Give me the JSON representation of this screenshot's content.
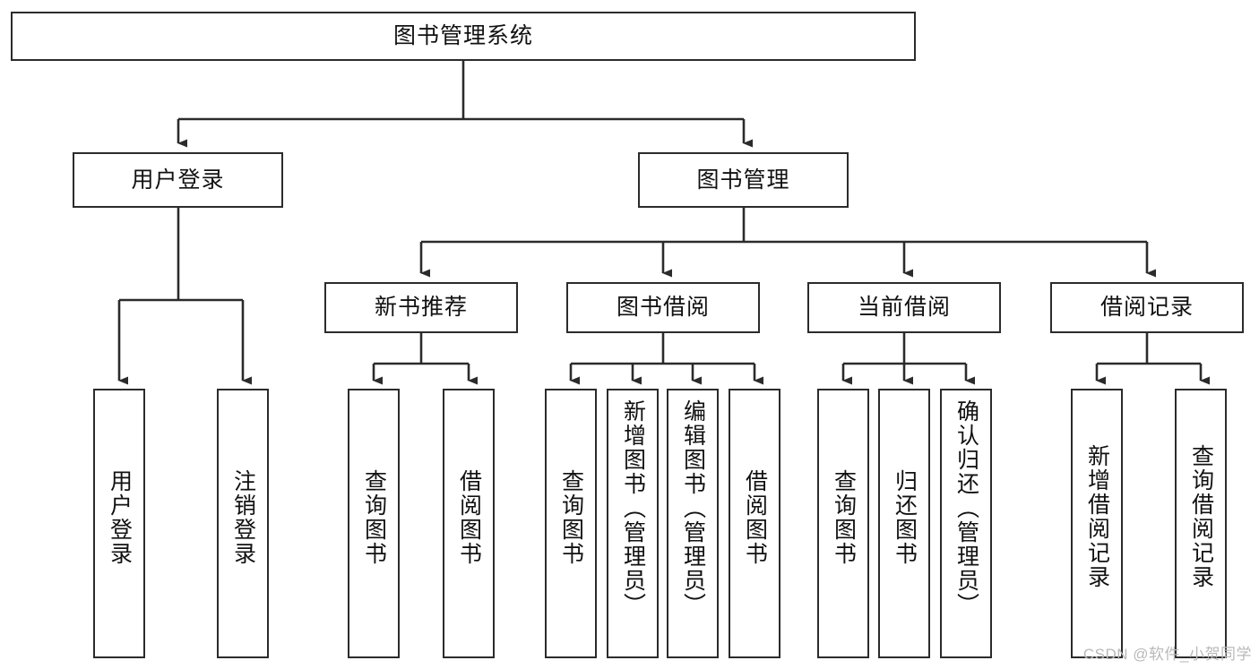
{
  "diagram": {
    "title": "图书管理系统",
    "type": "tree-hierarchy",
    "watermark": "CSDN @软件_小贺同学",
    "colors": {
      "stroke": "#2b2b2b",
      "background": "#ffffff",
      "text": "#111111",
      "watermark": "#b9b9b9"
    },
    "root": {
      "label": "图书管理系统"
    },
    "level2": [
      {
        "label": "用户登录"
      },
      {
        "label": "图书管理"
      }
    ],
    "level3": [
      {
        "label": "新书推荐"
      },
      {
        "label": "图书借阅"
      },
      {
        "label": "当前借阅"
      },
      {
        "label": "借阅记录"
      }
    ],
    "leaves": {
      "user_login": [
        {
          "label": "用户登录"
        },
        {
          "label": "注销登录"
        }
      ],
      "new_book_recommend": [
        {
          "label": "查询图书"
        },
        {
          "label": "借阅图书"
        }
      ],
      "book_borrow": [
        {
          "label": "查询图书"
        },
        {
          "label": "新增图书（管理员）"
        },
        {
          "label": "编辑图书（管理员）"
        },
        {
          "label": "借阅图书"
        }
      ],
      "current_borrow": [
        {
          "label": "查询图书"
        },
        {
          "label": "归还图书"
        },
        {
          "label": "确认归还（管理员）"
        }
      ],
      "borrow_record": [
        {
          "label": "新增借阅记录"
        },
        {
          "label": "查询借阅记录"
        }
      ]
    }
  }
}
